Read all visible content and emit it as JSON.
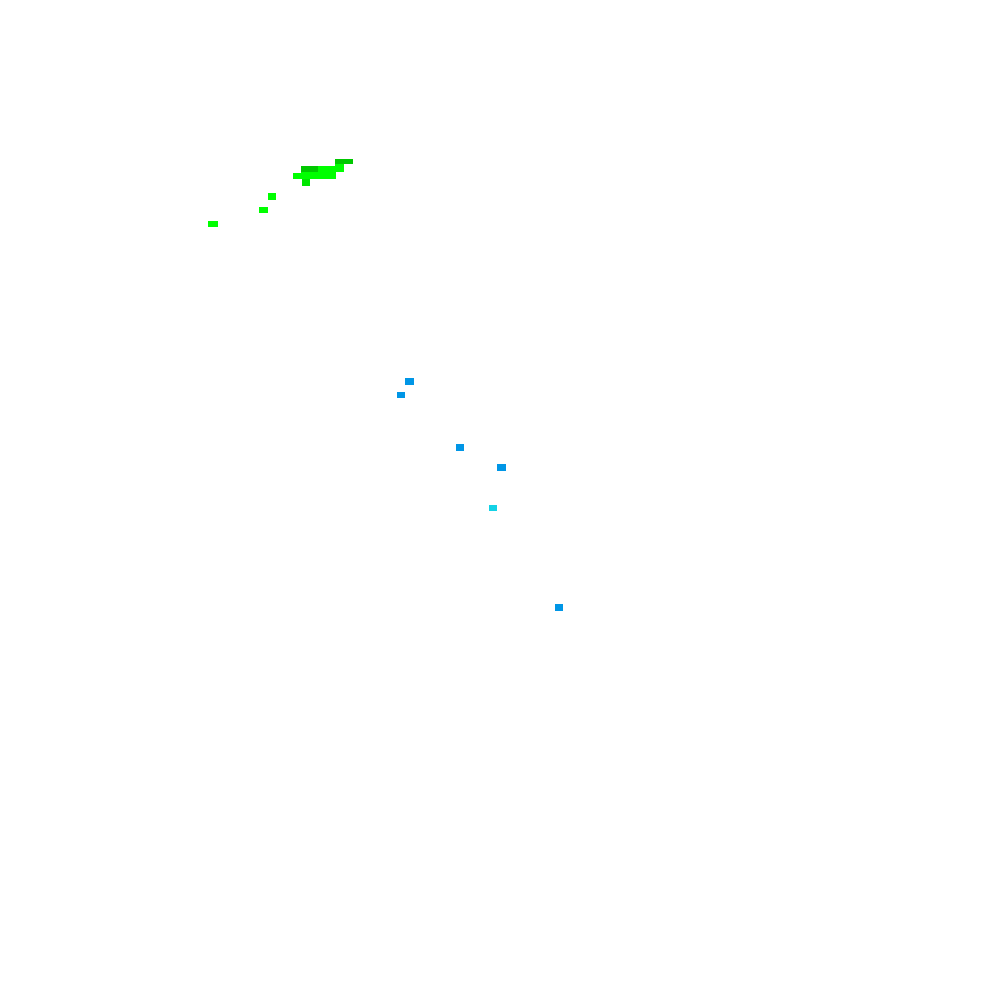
{
  "image": {
    "background": "#ffffff",
    "palette": {
      "dark_green": "#00c800",
      "bright_green": "#00ff00",
      "blue": "#0096e6",
      "cyan": "#14d2e6"
    },
    "clusters": [
      {
        "name": "green-pixel-cluster",
        "color_key": "bright_green"
      },
      {
        "name": "blue-pixel-scatter",
        "color_key": "blue"
      }
    ]
  }
}
